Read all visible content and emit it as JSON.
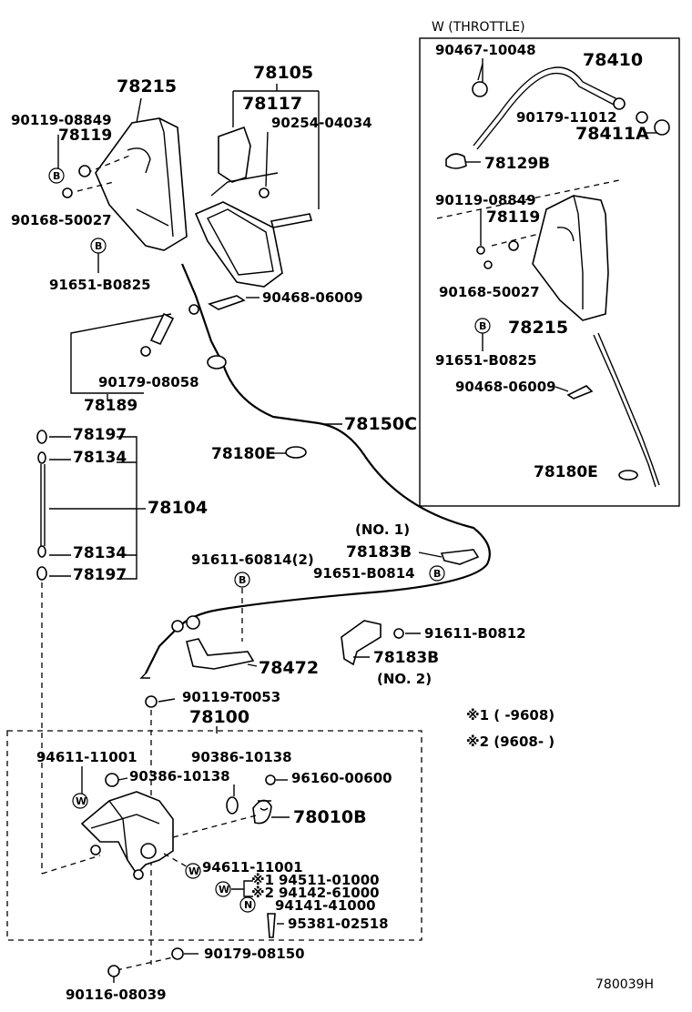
{
  "inset": {
    "title": "W (THROTTLE)"
  },
  "labels": {
    "p78215": "78215",
    "p78105": "78105",
    "p78117": "78117",
    "p90254": "90254-04034",
    "p90119a": "90119-08849",
    "p78119a": "78119",
    "p90168a": "90168-50027",
    "p91651a": "91651-B0825",
    "p90468a": "90468-06009",
    "p90179a": "90179-08058",
    "p78189": "78189",
    "p78150c": "78150C",
    "p78180ea": "78180E",
    "p78197a": "78197",
    "p78134a": "78134",
    "p78104": "78104",
    "p78134b": "78134",
    "p78197b": "78197",
    "no1": "(NO. 1)",
    "p78183ba": "78183B",
    "p91611a": "91611-60814(2)",
    "p91651b": "91651-B0814",
    "p91611b": "91611-B0812",
    "p78183bb": "78183B",
    "no2": "(NO. 2)",
    "p78472": "78472",
    "p90119b": "90119-T0053",
    "p78100": "78100",
    "p94611a": "94611-11001",
    "p90386a": "90386-10138",
    "p90386b": "90386-10138",
    "p96160": "96160-00600",
    "p78010b": "78010B",
    "p94611b": "94611-11001",
    "p94511": "94511-01000",
    "p94142": "94142-61000",
    "p94141": "94141-41000",
    "p95381": "95381-02518",
    "p90179b": "90179-08150",
    "p90116": "90116-08039",
    "note1": "※1 (      -9608)",
    "note2": "※2 (9608-        )",
    "mark1": "※1",
    "mark2": "※2",
    "code": "780039H",
    "in90467": "90467-10048",
    "in78410": "78410",
    "in90179": "90179-11012",
    "in78411a": "78411A",
    "in78129b": "78129B",
    "in90119": "90119-08849",
    "in78119": "78119",
    "in90168": "90168-50027",
    "in78215": "78215",
    "in91651": "91651-B0825",
    "in90468": "90468-06009",
    "in78180e": "78180E",
    "cB": "B",
    "cW": "W",
    "cN": "N"
  }
}
